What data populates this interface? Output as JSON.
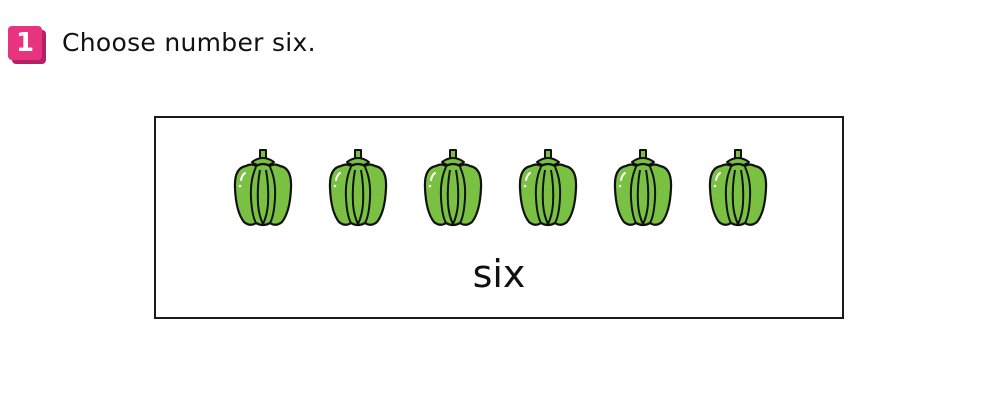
{
  "question": {
    "number": "1",
    "prompt": "Choose number six.",
    "badge_color": "#e8337f"
  },
  "card": {
    "word": "six",
    "item_icon": "green-bell-pepper-icon",
    "item_count": 6,
    "item_color": "#7ac143"
  }
}
